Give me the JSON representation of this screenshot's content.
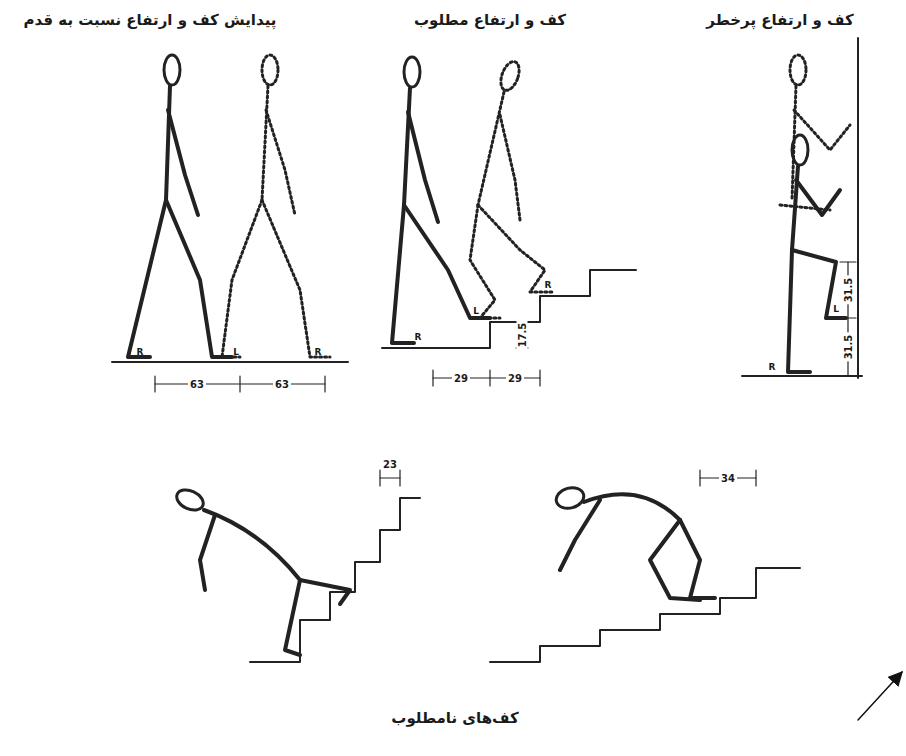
{
  "diagram": {
    "caption": "کف‌های نامطلوب",
    "labels": [
      "پیدایش کف و ارتفاع نسبت به قدم",
      "کف و ارتفاع مطلوب",
      "کف و ارتفاع پرخطر",
      "63",
      "63",
      "29",
      "29",
      "17.5",
      "31.5",
      "31.5",
      "23",
      "34",
      "R",
      "L",
      "R",
      "R",
      "L",
      "R",
      "R",
      "L"
    ]
  }
}
